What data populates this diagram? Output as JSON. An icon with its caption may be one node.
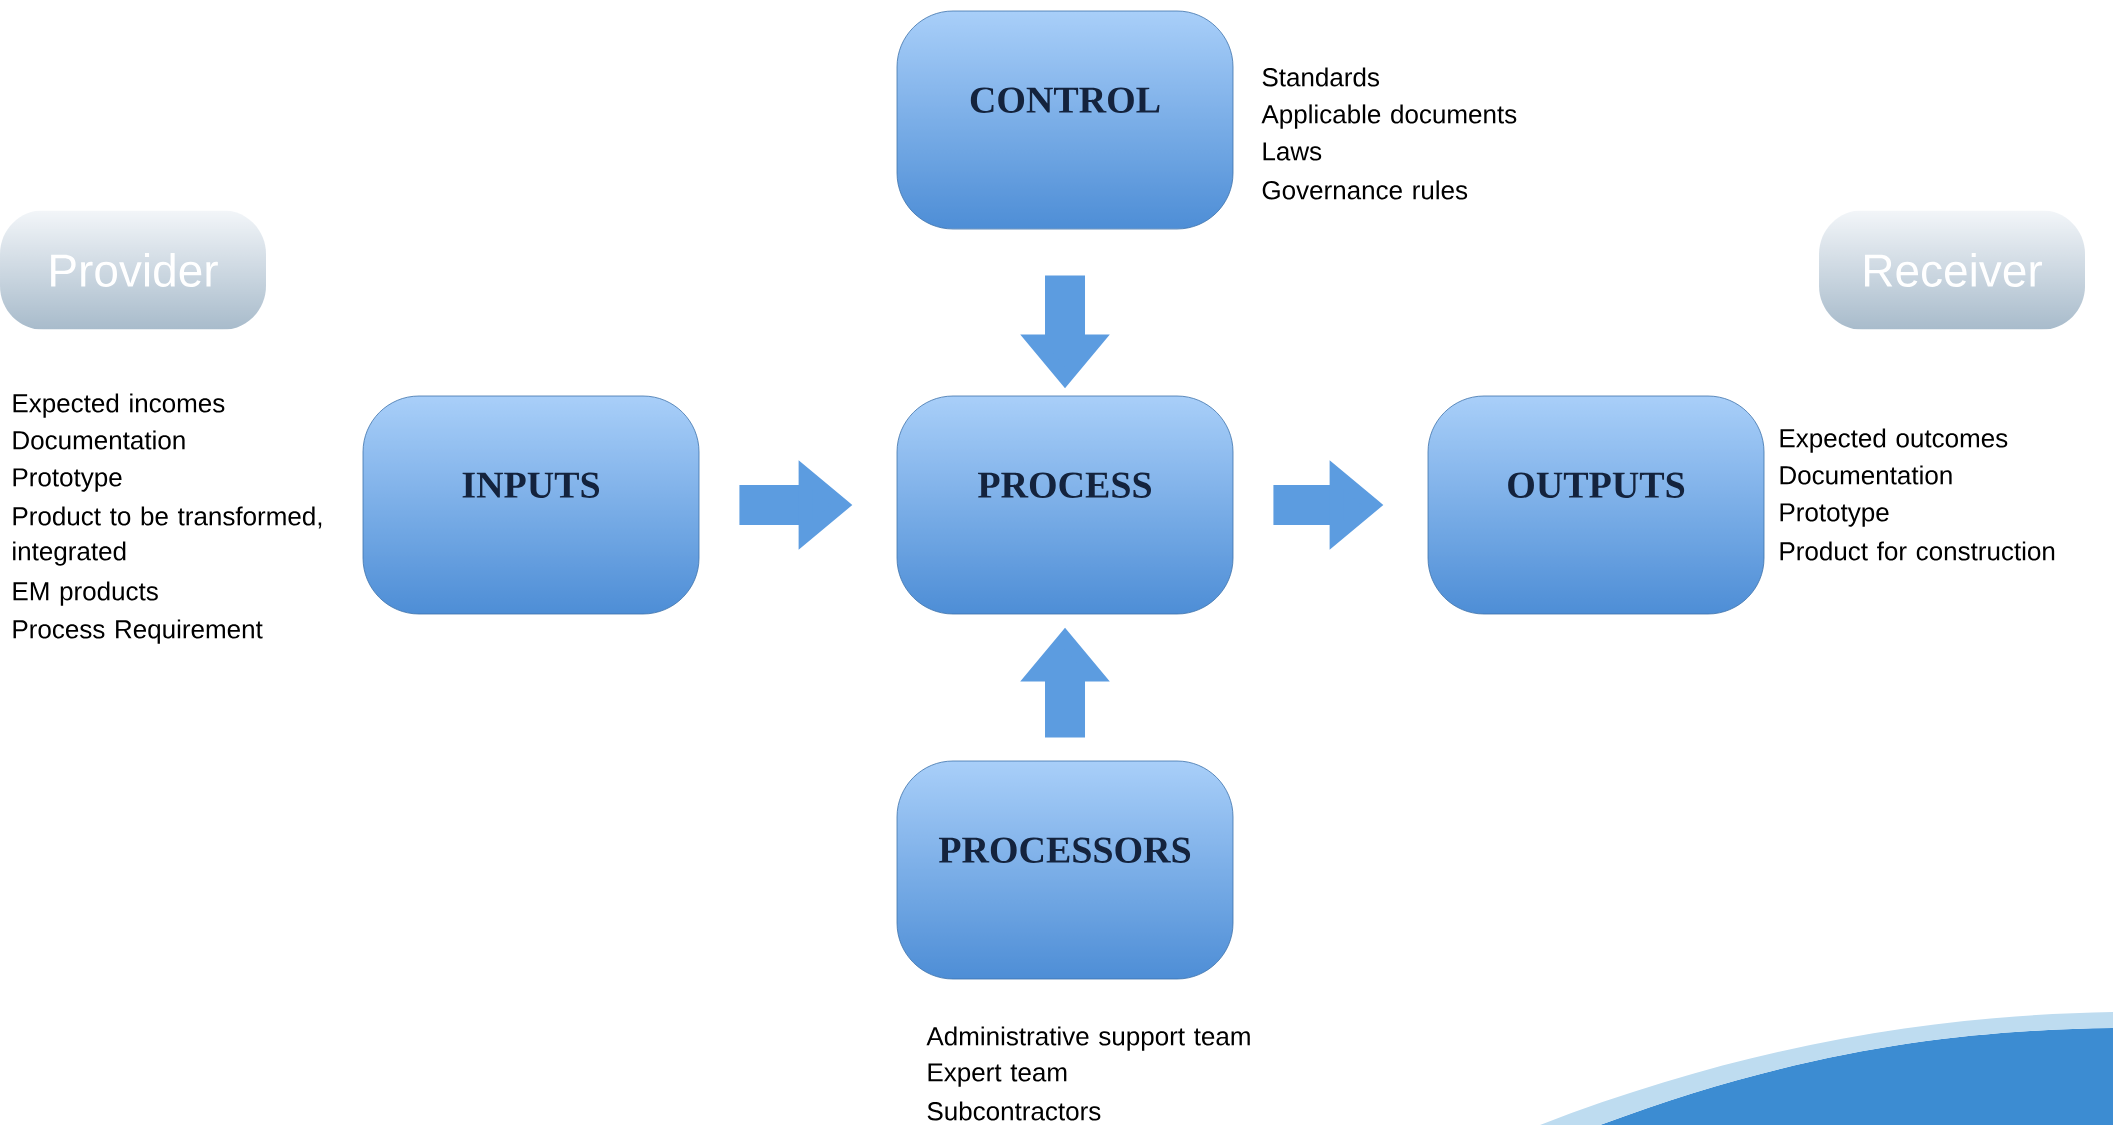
{
  "diagram": {
    "nodes": [
      {
        "text": [
          "Provider"
        ]
      },
      {
        "text": [
          "Receiver"
        ]
      },
      {
        "text": [
          "CONTROL"
        ],
        "beside": [
          "Standards",
          "Applicable documents",
          "Laws",
          "Governance rules"
        ]
      },
      {
        "text": [
          "INPUTS"
        ],
        "beside": [
          "Expected incomes",
          "Documentation",
          "Prototype",
          "Product to be transformed, integrated",
          "EM products",
          "Process Requirement"
        ]
      },
      {
        "text": [
          "PROCESS"
        ]
      },
      {
        "text": [
          "OUTPUTS"
        ],
        "beside": [
          "Expected outcomes",
          "Documentation",
          "Prototype",
          "Product for construction"
        ]
      },
      {
        "text": [
          "PROCESSORS"
        ],
        "beside": [
          "Administrative support team",
          "Expert team",
          "Subcontractors"
        ]
      }
    ],
    "edges": [
      {
        "from": 2,
        "to": 4,
        "arrow": "to"
      },
      {
        "from": 3,
        "to": 4,
        "arrow": "to"
      },
      {
        "from": 4,
        "to": 5,
        "arrow": "to"
      },
      {
        "from": 6,
        "to": 4,
        "arrow": "to"
      }
    ]
  }
}
